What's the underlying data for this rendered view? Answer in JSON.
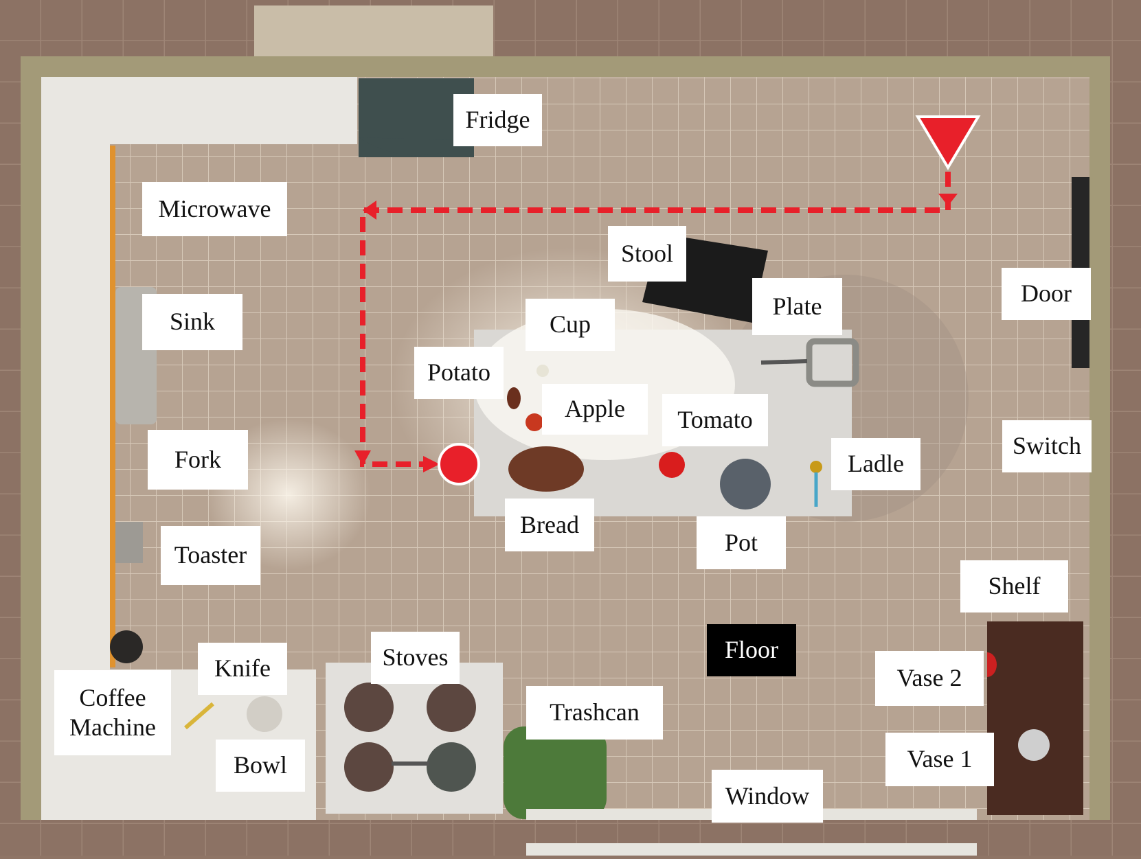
{
  "labels": {
    "fridge": "Fridge",
    "microwave": "Microwave",
    "sink": "Sink",
    "fork": "Fork",
    "toaster": "Toaster",
    "knife": "Knife",
    "coffee_machine": "Coffee\nMachine",
    "bowl": "Bowl",
    "stoves": "Stoves",
    "trashcan": "Trashcan",
    "window": "Window",
    "floor": "Floor",
    "stool": "Stool",
    "plate": "Plate",
    "cup": "Cup",
    "potato": "Potato",
    "apple": "Apple",
    "tomato": "Tomato",
    "bread": "Bread",
    "pot": "Pot",
    "ladle": "Ladle",
    "door": "Door",
    "switch": "Switch",
    "shelf": "Shelf",
    "vase_2": "Vase 2",
    "vase_1": "Vase 1"
  },
  "colors": {
    "path": "#e8202a",
    "wall": "#a39a78",
    "floor_tile": "#b7a493",
    "counter": "#e8e6e0",
    "island": "#dcdad6",
    "label_bg": "#ffffff",
    "floor_label_bg": "#000000"
  },
  "markers": {
    "start": "inverted-triangle",
    "goal": "circle"
  }
}
